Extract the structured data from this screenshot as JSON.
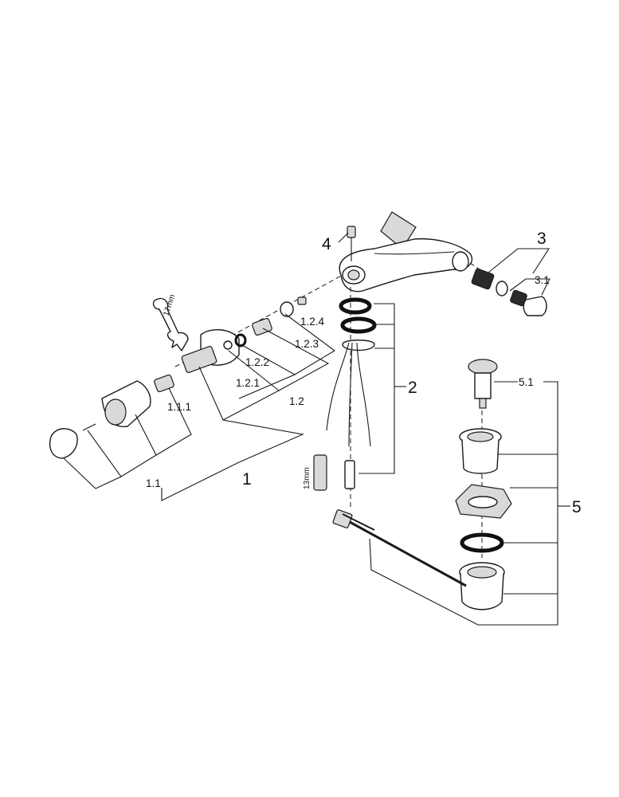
{
  "labels": {
    "assembly_1": "1",
    "sub_1_1": "1.1",
    "sub_1_1_1": "1.1.1",
    "sub_1_2": "1.2",
    "sub_1_2_1": "1.2.1",
    "sub_1_2_2": "1.2.2",
    "sub_1_2_3": "1.2.3",
    "sub_1_2_4": "1.2.4",
    "assembly_2": "2",
    "assembly_3": "3",
    "sub_3_1": "3.1",
    "assembly_4": "4",
    "assembly_5": "5",
    "sub_5_1": "5.1"
  },
  "dimensions": {
    "wrench_size": "17mm",
    "socket_size": "13mm"
  }
}
